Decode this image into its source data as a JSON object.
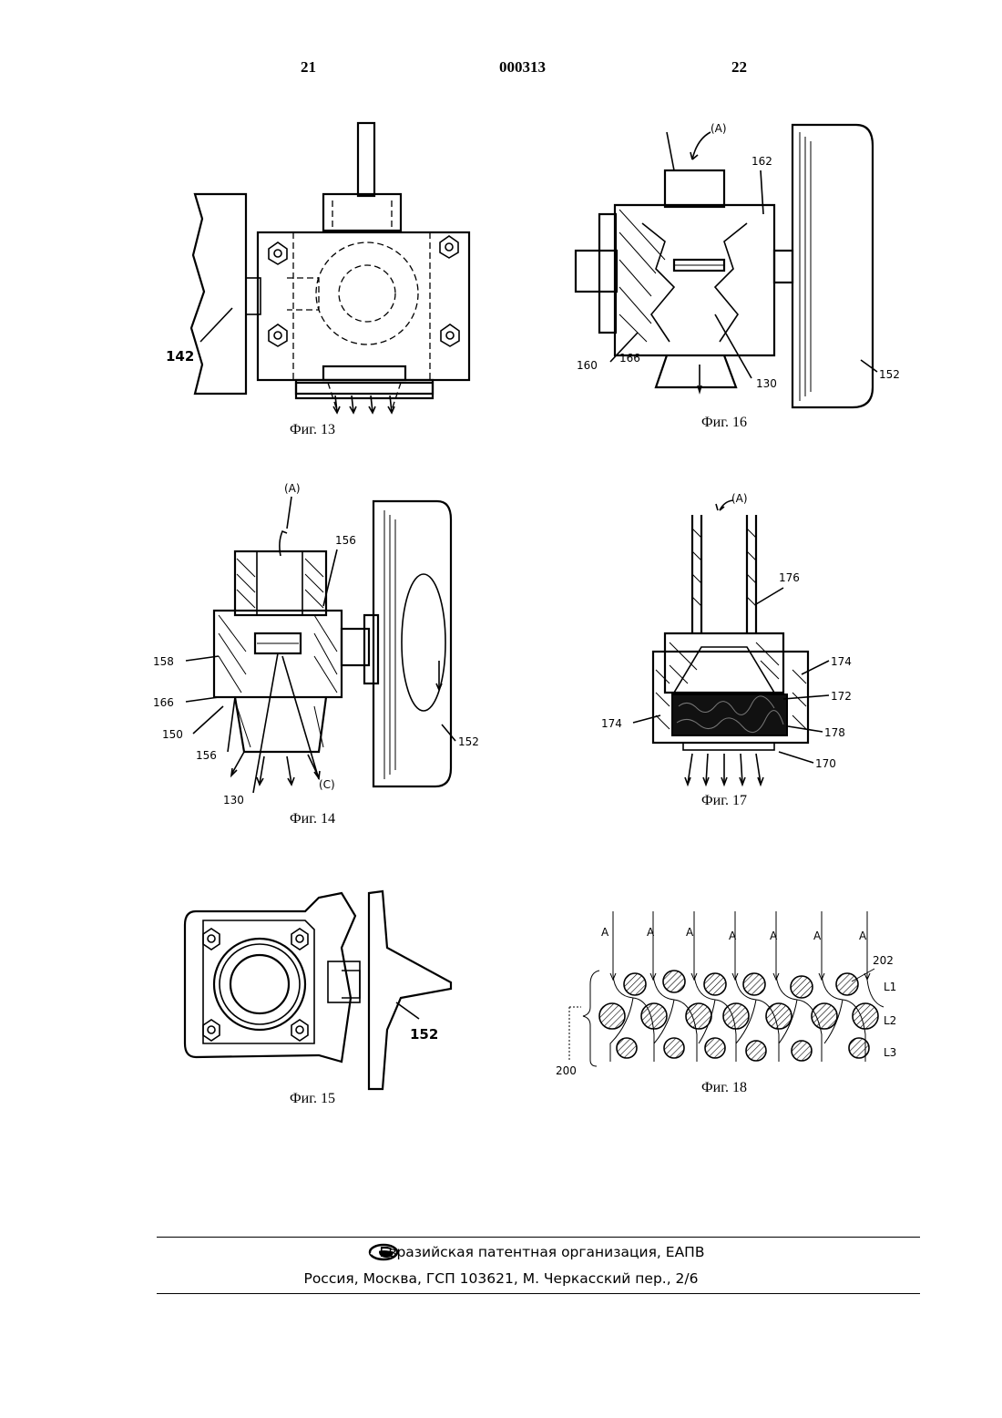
{
  "header": {
    "left_page": "21",
    "doc_number": "000313",
    "right_page": "22"
  },
  "figures": {
    "fig13": {
      "caption": "Фиг. 13",
      "labels": [
        "142"
      ]
    },
    "fig14": {
      "caption": "Фиг. 14",
      "labels": [
        "(A)",
        "156",
        "158",
        "166",
        "150",
        "156",
        "130",
        "(C)",
        "152"
      ]
    },
    "fig15": {
      "caption": "Фиг. 15",
      "labels": [
        "152"
      ]
    },
    "fig16": {
      "caption": "Фиг. 16",
      "labels": [
        "(A)",
        "162",
        "160",
        "166",
        "130",
        "152"
      ]
    },
    "fig17": {
      "caption": "Фиг. 17",
      "labels": [
        "(A)",
        "176",
        "174",
        "172",
        "174",
        "178",
        "170"
      ]
    },
    "fig18": {
      "caption": "Фиг. 18",
      "labels": [
        "A",
        "A",
        "A",
        "A",
        "A",
        "A",
        "A",
        "202",
        "L1",
        "L2",
        "L3",
        "200"
      ]
    }
  },
  "footer": {
    "org": "Евразийская патентная организация, ЕАПВ",
    "address": "Россия, Москва, ГСП 103621, М. Черкасский пер., 2/6"
  }
}
